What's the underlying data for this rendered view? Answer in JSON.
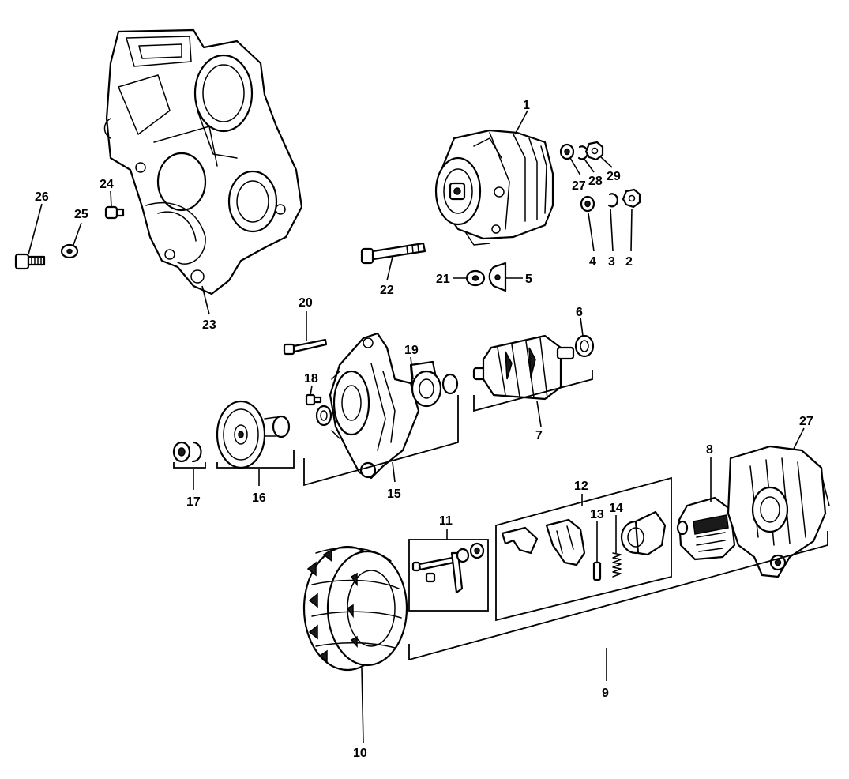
{
  "callouts": {
    "c1": "1",
    "c2": "2",
    "c3": "3",
    "c4": "4",
    "c5": "5",
    "c6": "6",
    "c7": "7",
    "c8": "8",
    "c9": "9",
    "c10": "10",
    "c11": "11",
    "c12": "12",
    "c13": "13",
    "c14": "14",
    "c15": "15",
    "c16": "16",
    "c17": "17",
    "c18": "18",
    "c19": "19",
    "c20": "20",
    "c21": "21",
    "c22": "22",
    "c23": "23",
    "c24": "24",
    "c25": "25",
    "c26": "26",
    "c27a": "27",
    "c27b": "27",
    "c28": "28",
    "c29": "29"
  },
  "colors": {
    "line": "#000000",
    "background": "#ffffff"
  }
}
